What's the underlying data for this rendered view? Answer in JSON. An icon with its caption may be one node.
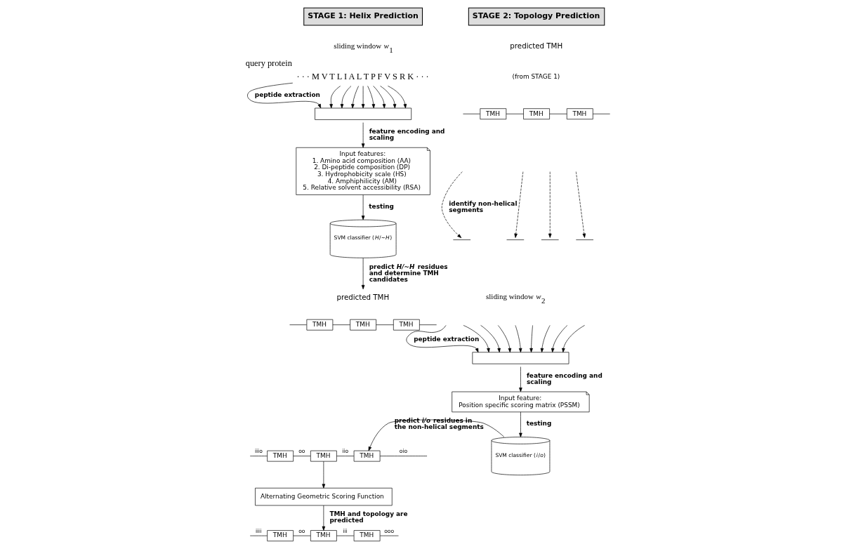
{
  "diagram": {
    "nodes": [
      {
        "text": [
          "STAGE 1: Helix Prediction"
        ]
      },
      {
        "text": [
          "· · · M V T L I A L T P F V S R K · · ·"
        ],
        "beside": [
          "query protein"
        ]
      },
      {
        "text": [],
        "shape": "box"
      },
      {
        "text": [
          "Input features:",
          "1. Amino acid composition (AA)",
          "2. Di-peptide composition (DP)",
          "3. Hydrophobicity scale (HS)",
          "4. Amphiphilicity (AM)",
          "5. Relative solvent accessibility (RSA)"
        ]
      },
      {
        "text": [
          "SVM classifier (*H*/~*H*)"
        ]
      },
      {
        "text": [
          "predicted TMH"
        ]
      },
      {
        "text": [
          "TMH"
        ]
      },
      {
        "text": [
          "TMH"
        ]
      },
      {
        "text": [
          "TMH"
        ]
      },
      {
        "text": [
          "STAGE 2: Topology Prediction"
        ]
      },
      {
        "text": [
          "TMH"
        ]
      },
      {
        "text": [
          "TMH"
        ]
      },
      {
        "text": [
          "TMH"
        ]
      },
      {
        "text": [],
        "shape": "line"
      },
      {
        "text": [],
        "shape": "line"
      },
      {
        "text": [],
        "shape": "line"
      },
      {
        "text": [],
        "shape": "line"
      },
      {
        "text": [],
        "shape": "box"
      },
      {
        "text": [
          "Input feature:",
          "Position specific scoring matrix (PSSM)"
        ]
      },
      {
        "text": [
          "SVM classifier (*i*/*o*)"
        ]
      },
      {
        "text": [
          "TMH"
        ]
      },
      {
        "text": [
          "TMH"
        ]
      },
      {
        "text": [
          "TMH"
        ]
      },
      {
        "text": [
          "Alternating Geometric Scoring Function"
        ]
      },
      {
        "text": [
          "TMH"
        ]
      },
      {
        "text": [
          "TMH"
        ]
      },
      {
        "text": [
          "TMH"
        ]
      }
    ],
    "edges": [
      {
        "from": 1,
        "to": 2,
        "arrow": "to",
        "label": "peptide extraction"
      },
      {
        "from": 1,
        "to": 2,
        "arrow": "to"
      },
      {
        "from": 1,
        "to": 2,
        "arrow": "to"
      },
      {
        "from": 1,
        "to": 2,
        "arrow": "to"
      },
      {
        "from": 1,
        "to": 2,
        "arrow": "to"
      },
      {
        "from": 1,
        "to": 2,
        "arrow": "to"
      },
      {
        "from": 1,
        "to": 2,
        "arrow": "to"
      },
      {
        "from": 1,
        "to": 2,
        "arrow": "to"
      },
      {
        "from": 1,
        "to": 2,
        "arrow": "to"
      },
      {
        "from": 2,
        "to": 3,
        "arrow": "to",
        "label": "feature encoding and scaling"
      },
      {
        "from": 3,
        "to": 4,
        "arrow": "to",
        "label": "testing"
      },
      {
        "from": 4,
        "to": 5,
        "arrow": "to",
        "label": "predict *H/~H* residues and determine TMH candidates"
      },
      {
        "from": null,
        "to": 6,
        "arrow": "none"
      },
      {
        "from": 6,
        "to": 7,
        "arrow": "none"
      },
      {
        "from": 7,
        "to": 8,
        "arrow": "none"
      },
      {
        "from": 8,
        "to": null,
        "arrow": "none"
      },
      {
        "from": null,
        "to": 10,
        "arrow": "none"
      },
      {
        "from": 10,
        "to": 11,
        "arrow": "none"
      },
      {
        "from": 11,
        "to": 12,
        "arrow": "none"
      },
      {
        "from": 12,
        "to": null,
        "arrow": "none"
      },
      {
        "from": null,
        "to": 13,
        "arrow": "to",
        "style": "dashed",
        "label": "identify non-helical segments"
      },
      {
        "from": null,
        "to": 14,
        "arrow": "to",
        "style": "dashed"
      },
      {
        "from": null,
        "to": 15,
        "arrow": "to",
        "style": "dashed"
      },
      {
        "from": null,
        "to": 16,
        "arrow": "to",
        "style": "dashed"
      },
      {
        "from": null,
        "to": 17,
        "arrow": "to",
        "label": "peptide extraction"
      },
      {
        "from": null,
        "to": 17,
        "arrow": "to"
      },
      {
        "from": null,
        "to": 17,
        "arrow": "to"
      },
      {
        "from": null,
        "to": 17,
        "arrow": "to"
      },
      {
        "from": null,
        "to": 17,
        "arrow": "to"
      },
      {
        "from": null,
        "to": 17,
        "arrow": "to"
      },
      {
        "from": null,
        "to": 17,
        "arrow": "to"
      },
      {
        "from": null,
        "to": 17,
        "arrow": "to"
      },
      {
        "from": null,
        "to": 17,
        "arrow": "to"
      },
      {
        "from": 17,
        "to": 18,
        "arrow": "to",
        "label": "feature encoding and scaling"
      },
      {
        "from": 18,
        "to": 19,
        "arrow": "to",
        "label": "testing"
      },
      {
        "from": null,
        "to": 20,
        "arrow": "none",
        "label": "iiio"
      },
      {
        "from": 20,
        "to": 21,
        "arrow": "none",
        "label": "oo"
      },
      {
        "from": 21,
        "to": 22,
        "arrow": "none",
        "label": "iio"
      },
      {
        "from": 22,
        "to": null,
        "arrow": "none",
        "label": "oio"
      },
      {
        "from": 19,
        "to": 22,
        "arrow": "to",
        "label": "predict *i/o* residues in the non-helical segments"
      },
      {
        "from": 21,
        "to": 23,
        "arrow": "to"
      },
      {
        "from": 23,
        "to": 25,
        "arrow": "to",
        "label": "TMH and topology are predicted"
      },
      {
        "from": null,
        "to": 24,
        "arrow": "none",
        "label": "iiii"
      },
      {
        "from": 24,
        "to": 25,
        "arrow": "none",
        "label": "oo"
      },
      {
        "from": 25,
        "to": 26,
        "arrow": "none",
        "label": "iii"
      },
      {
        "from": 26,
        "to": null,
        "arrow": "none",
        "label": "ooo"
      }
    ],
    "labels": [
      "sliding window *w*$_{1}$",
      "predicted TMH",
      "(from STAGE 1)",
      "sliding window *w*$_{2}$"
    ]
  }
}
